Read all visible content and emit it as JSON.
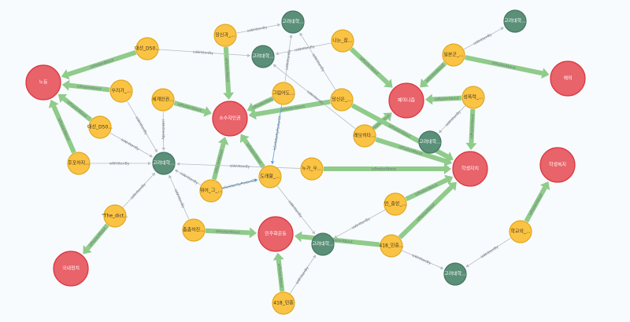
{
  "relationship_types": {
    "poster": "isPosterAbout",
    "written": "isWrittenBy",
    "solidarity": "isSolidarityPosterOf"
  },
  "colors": {
    "topic": "#e8636a",
    "topic_border": "#d9363e",
    "author": "#5a8f78",
    "author_border": "#477462",
    "poster": "#fbc343",
    "poster_border": "#e0a820",
    "poster_edge": "#8fcb8a",
    "written_edge": "#b4bcc4",
    "solidarity_edge": "#5b9be0"
  },
  "nodes": [
    {
      "id": "labor",
      "type": "topic",
      "label": "노동"
    },
    {
      "id": "minority",
      "type": "topic",
      "label": "소수자인권"
    },
    {
      "id": "feminism",
      "type": "topic",
      "label": "페미니즘"
    },
    {
      "id": "abroad",
      "type": "topic",
      "label": "해외"
    },
    {
      "id": "student_gov",
      "type": "topic",
      "label": "학생자치"
    },
    {
      "id": "student_welfare",
      "type": "topic",
      "label": "학생복지"
    },
    {
      "id": "domestic",
      "type": "topic",
      "label": "국내정치"
    },
    {
      "id": "democracy",
      "type": "topic",
      "label": "민주화운동"
    },
    {
      "id": "g1",
      "type": "author",
      "label": "고려대학..."
    },
    {
      "id": "g2",
      "type": "author",
      "label": "고려대학..."
    },
    {
      "id": "g3",
      "type": "author",
      "label": "고려대학..."
    },
    {
      "id": "g4",
      "type": "author",
      "label": "고려대학..."
    },
    {
      "id": "g5",
      "type": "author",
      "label": "고려대학..."
    },
    {
      "id": "g6",
      "type": "author",
      "label": "고려대학..."
    },
    {
      "id": "g7",
      "type": "author",
      "label": "고려대학..."
    },
    {
      "id": "p_daesun1",
      "type": "poster",
      "label": "대선_D50..."
    },
    {
      "id": "p_uriga",
      "type": "poster",
      "label": "우리가_..."
    },
    {
      "id": "p_daesun2",
      "type": "poster",
      "label": "대선_D50..."
    },
    {
      "id": "p_segye",
      "type": "poster",
      "label": "세계인권..."
    },
    {
      "id": "p_dangsingwa",
      "type": "poster",
      "label": "당신과_..."
    },
    {
      "id": "p_geurim",
      "type": "poster",
      "label": "그림어도..."
    },
    {
      "id": "p_naneun",
      "type": "poster",
      "label": "나는_잠..."
    },
    {
      "id": "p_dangsineun",
      "type": "poster",
      "label": "당신은_..."
    },
    {
      "id": "p_ilbon",
      "type": "poster",
      "label": "일본군_..."
    },
    {
      "id": "p_seongpok",
      "type": "poster",
      "label": "성폭력_..."
    },
    {
      "id": "p_rebo",
      "type": "poster",
      "label": "레보히타..."
    },
    {
      "id": "p_hupo",
      "type": "poster",
      "label": "후포하지..."
    },
    {
      "id": "p_nuga",
      "type": "poster",
      "label": "누가_우..."
    },
    {
      "id": "p_doraehal",
      "type": "poster",
      "label": "도래할_..."
    },
    {
      "id": "p_ttwieo",
      "type": "poster",
      "label": "뛰어_그_..."
    },
    {
      "id": "p_the",
      "type": "poster",
      "label": "\"The_dict..."
    },
    {
      "id": "p_chomchom",
      "type": "poster",
      "label": "촘촘하진..."
    },
    {
      "id": "p_eon",
      "type": "poster",
      "label": "언_중앙_..."
    },
    {
      "id": "p_418a",
      "type": "poster",
      "label": "418_민중..."
    },
    {
      "id": "p_418b",
      "type": "poster",
      "label": "418_민중"
    },
    {
      "id": "p_school",
      "type": "poster",
      "label": "학교의_..."
    }
  ],
  "edges": [
    [
      "p_daesun1",
      "labor",
      "poster"
    ],
    [
      "p_uriga",
      "labor",
      "poster"
    ],
    [
      "p_daesun2",
      "labor",
      "poster"
    ],
    [
      "p_hupo",
      "labor",
      "poster"
    ],
    [
      "p_segye",
      "minority",
      "poster"
    ],
    [
      "p_dangsingwa",
      "minority",
      "poster"
    ],
    [
      "p_geurim",
      "minority",
      "poster"
    ],
    [
      "p_dangsineun",
      "minority",
      "poster"
    ],
    [
      "p_ttwieo",
      "minority",
      "poster"
    ],
    [
      "p_doraehal",
      "minority",
      "poster"
    ],
    [
      "p_naneun",
      "feminism",
      "poster"
    ],
    [
      "p_ilbon",
      "feminism",
      "poster"
    ],
    [
      "p_seongpok",
      "feminism",
      "poster"
    ],
    [
      "p_rebo",
      "feminism",
      "poster"
    ],
    [
      "p_ilbon",
      "abroad",
      "poster"
    ],
    [
      "p_seongpok",
      "student_gov",
      "poster"
    ],
    [
      "p_dangsineun",
      "student_gov",
      "poster"
    ],
    [
      "p_rebo",
      "student_gov",
      "poster"
    ],
    [
      "p_nuga",
      "student_gov",
      "poster"
    ],
    [
      "p_eon",
      "student_gov",
      "poster"
    ],
    [
      "p_418a",
      "student_gov",
      "poster"
    ],
    [
      "p_the",
      "domestic",
      "poster"
    ],
    [
      "p_chomchom",
      "democracy",
      "poster"
    ],
    [
      "p_418a",
      "democracy",
      "poster"
    ],
    [
      "p_418b",
      "democracy",
      "poster"
    ],
    [
      "p_school",
      "student_welfare",
      "poster"
    ],
    [
      "p_daesun1",
      "g2",
      "written"
    ],
    [
      "p_dangsingwa",
      "g1",
      "written"
    ],
    [
      "p_naneun",
      "g2",
      "written"
    ],
    [
      "p_geurim",
      "g1",
      "written"
    ],
    [
      "p_dangsineun",
      "g1",
      "written"
    ],
    [
      "p_rebo",
      "g2",
      "written"
    ],
    [
      "p_uriga",
      "g3",
      "written"
    ],
    [
      "p_daesun2",
      "g3",
      "written"
    ],
    [
      "p_segye",
      "g3",
      "written"
    ],
    [
      "p_hupo",
      "g3",
      "written"
    ],
    [
      "p_nuga",
      "g3",
      "written"
    ],
    [
      "p_ttwieo",
      "g3",
      "written"
    ],
    [
      "p_the",
      "g3",
      "written"
    ],
    [
      "p_chomchom",
      "g3",
      "written"
    ],
    [
      "p_seongpok",
      "g5",
      "written"
    ],
    [
      "p_ilbon",
      "g4",
      "written"
    ],
    [
      "p_doraehal",
      "g6",
      "written"
    ],
    [
      "p_eon",
      "g6",
      "written"
    ],
    [
      "p_418a",
      "g7",
      "written"
    ],
    [
      "p_school",
      "g7",
      "written"
    ],
    [
      "p_418b",
      "g6",
      "written"
    ],
    [
      "p_ttwieo",
      "p_doraehal",
      "solidarity"
    ],
    [
      "p_geurim",
      "p_doraehal",
      "solidarity"
    ]
  ]
}
